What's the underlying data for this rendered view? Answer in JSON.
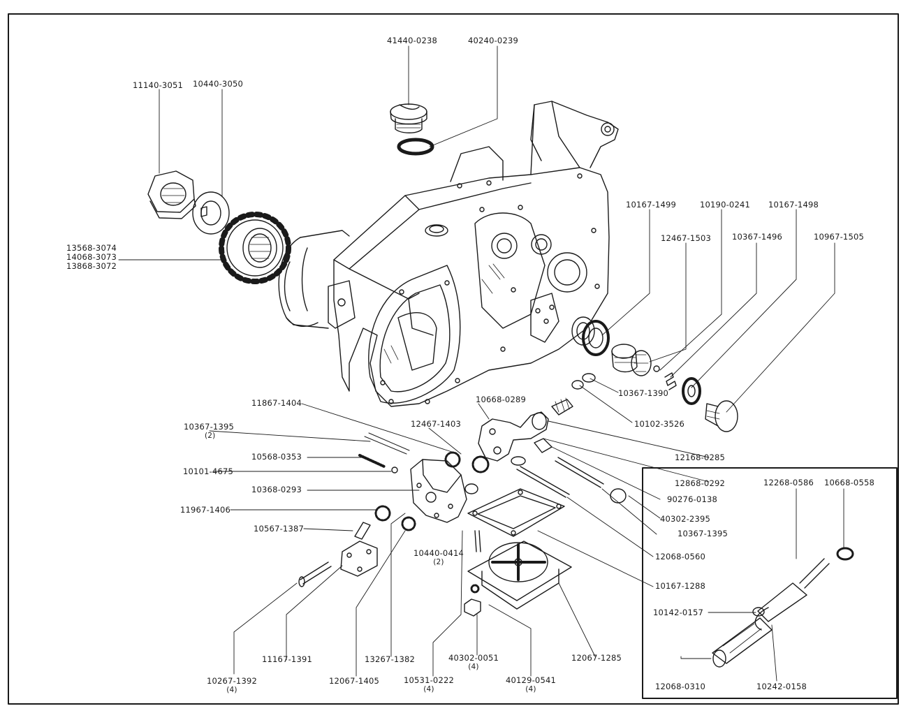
{
  "labels": {
    "p41440_0238": "41440-0238",
    "p40240_0239": "40240-0239",
    "p11140_3051": "11140-3051",
    "p10440_3050": "10440-3050",
    "p13568_3074": "13568-3074",
    "p14068_3073": "14068-3073",
    "p13868_3072": "13868-3072",
    "p10167_1499": "10167-1499",
    "p10190_0241": "10190-0241",
    "p10167_1498": "10167-1498",
    "p12467_1503": "12467-1503",
    "p10367_1496": "10367-1496",
    "p10967_1505": "10967-1505",
    "p10367_1390": "10367-1390",
    "p10102_3526": "10102-3526",
    "p11867_1404": "11867-1404",
    "p10668_0289": "10668-0289",
    "p10367_1395a": "10367-1395",
    "p10367_1395a_qty": "(2)",
    "p12467_1403": "12467-1403",
    "p10568_0353": "10568-0353",
    "p10101_4675": "10101-4675",
    "p10368_0293": "10368-0293",
    "p11967_1406": "11967-1406",
    "p10567_1387": "10567-1387",
    "p12168_0285": "12168-0285",
    "p12868_0292": "12868-0292",
    "p90276_0138": "90276-0138",
    "p40302_2395": "40302-2395",
    "p10367_1395b": "10367-1395",
    "p12068_0560": "12068-0560",
    "p10167_1288": "10167-1288",
    "p10440_0414": "10440-0414",
    "p10440_0414_qty": "(2)",
    "p11167_1391": "11167-1391",
    "p13267_1382": "13267-1382",
    "p40302_0051": "40302-0051",
    "p40302_0051_qty": "(4)",
    "p12067_1285": "12067-1285",
    "p10267_1392": "10267-1392",
    "p10267_1392_qty": "(4)",
    "p12067_1405": "12067-1405",
    "p10531_0222": "10531-0222",
    "p10531_0222_qty": "(4)",
    "p40129_0541": "40129-0541",
    "p40129_0541_qty": "(4)",
    "p12268_0586": "12268-0586",
    "p10668_0558": "10668-0558",
    "p10142_0157": "10142-0157",
    "p12068_0310": "12068-0310",
    "p10242_0158": "10242-0158"
  }
}
